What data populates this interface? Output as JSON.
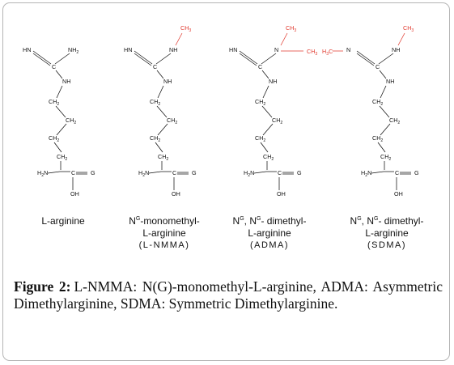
{
  "molecules": [
    {
      "name_lines": [
        "L-arginine"
      ],
      "abbreviation": "",
      "atoms": {
        "left_n": "HN",
        "right_n": "NH2",
        "c": "C",
        "nh": "NH",
        "ch2a": "CH2",
        "ch2b": "CH2",
        "ch2c": "CH2",
        "h2n": "H2N",
        "cc": "C",
        "g": "G",
        "oh": "OH"
      }
    },
    {
      "name_lines": [
        "N^G-monomethyl-",
        "L-arginine"
      ],
      "abbreviation": "(L-NMMA)",
      "atoms": {
        "methyl": "CH3",
        "left_n": "HN",
        "right_n": "NH",
        "c": "C",
        "nh": "NH",
        "ch2a": "CH2",
        "ch2b": "CH2",
        "ch2c": "CH2",
        "h2n": "H2N",
        "cc": "C",
        "g": "G",
        "oh": "OH"
      }
    },
    {
      "name_lines": [
        "N^G, N^G- dimethyl-",
        "L-arginine"
      ],
      "abbreviation": "(ADMA)",
      "atoms": {
        "methyl": "CH3",
        "methyl2": "CH3",
        "left_n": "HN",
        "right_n": "N",
        "c": "C",
        "nh": "NH",
        "ch2a": "CH2",
        "ch2b": "CH2",
        "ch2c": "CH2",
        "h2n": "H2N",
        "cc": "C",
        "g": "G",
        "oh": "OH"
      }
    },
    {
      "name_lines": [
        "N^G, N^G- dimethyl-",
        "L-arginine"
      ],
      "abbreviation": "(SDMA)",
      "atoms": {
        "methyl": "CH3",
        "methyl2": "H3C",
        "left_n": "N",
        "right_n": "NH",
        "c": "C",
        "nh": "NH",
        "ch2a": "CH2",
        "ch2b": "CH2",
        "ch2c": "CH2",
        "h2n": "H2N",
        "cc": "C",
        "g": "G",
        "oh": "OH"
      }
    }
  ],
  "caption": {
    "label": "Figure 2:",
    "text": "L-NMMA: N(G)-monomethyl-L-arginine, ADMA: Asymmetric Dimethylarginine, SDMA: Symmetric Dimethylarginine."
  },
  "colors": {
    "methyl_highlight": "#e0392e",
    "text": "#111111",
    "frame": "#b5b5b5"
  }
}
